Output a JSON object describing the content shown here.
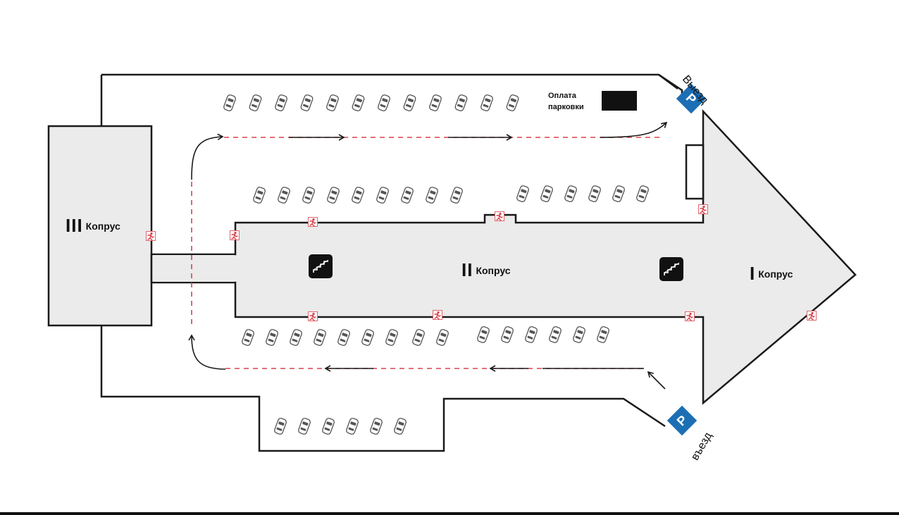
{
  "buildings": [
    {
      "roman": "III",
      "suffix": "Копрус"
    },
    {
      "roman": "II",
      "suffix": "Копрус"
    },
    {
      "roman": "I",
      "suffix": "Копрус"
    }
  ],
  "payment": {
    "line1": "Оплата",
    "line2": "парковки"
  },
  "exit_label": "Выезд",
  "entry_label": "въезд",
  "parking_badge": "P",
  "icons": {
    "car": "car-top-view-icon",
    "emergency_exit": "emergency-exit-icon",
    "stairs": "staircase-icon",
    "parking": "parking-sign-icon",
    "payment": "payment-terminal"
  },
  "colors": {
    "building_fill": "#ebebeb",
    "route_dashed": "#d9414a",
    "parking_sign": "#1c6fb4",
    "emergency_exit": "#d9414a",
    "outline": "#1a1a1a"
  }
}
